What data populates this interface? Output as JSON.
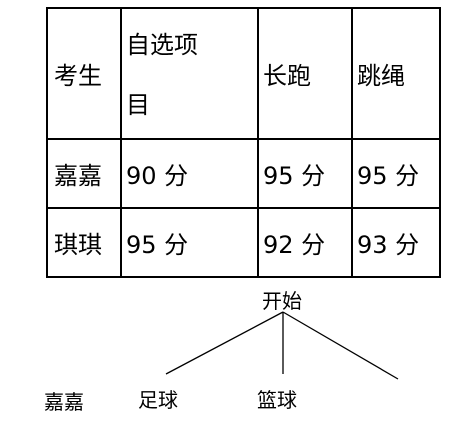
{
  "table": {
    "header": [
      "考生",
      "自选项目",
      "长跑",
      "跳绳"
    ],
    "header_item_line1": "自选项",
    "header_item_line2": "目",
    "rows": [
      [
        "嘉嘉",
        "90 分",
        "95 分",
        "95 分"
      ],
      [
        "琪琪",
        "95 分",
        "92 分",
        "93 分"
      ]
    ]
  },
  "tree": {
    "root": "开始",
    "row_label": "嘉嘉",
    "leaves": [
      "足球",
      "篮球"
    ]
  }
}
